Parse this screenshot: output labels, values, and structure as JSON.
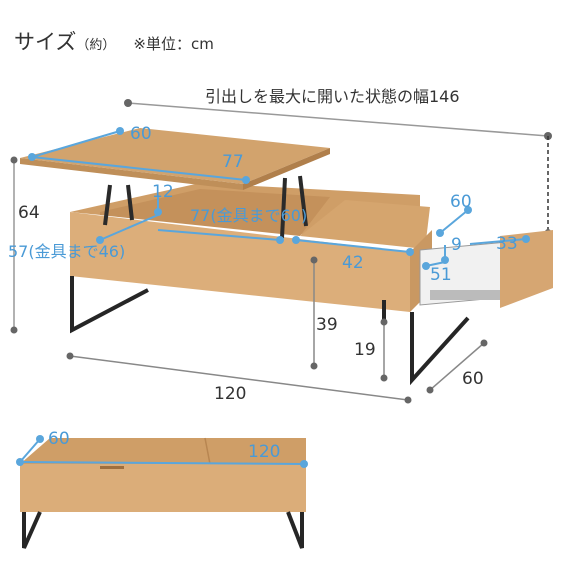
{
  "header": {
    "title": "サイズ",
    "title_note": "（約）",
    "unit_note": "※単位：cm"
  },
  "colors": {
    "wood_top": "#d2a36d",
    "wood_front": "#d9aa74",
    "wood_dark": "#b98a55",
    "frame": "#262626",
    "dim_line": "#5aa6dc",
    "dim_dot": "#5aa6dc",
    "gray_line": "#777777",
    "text_blue": "#4a9ad6",
    "text_gray": "#333333"
  },
  "diagram_top": {
    "max_width_note": "引出しを最大に開いた状態の幅146",
    "lift_top_depth": "60",
    "lift_top_width": "77",
    "height_total": "64",
    "lift_height": "12",
    "hardware_width": "77(金具まで60)",
    "hardware_depth": "57(金具まで46)",
    "storage_width": "42",
    "drawer_depth": "60",
    "drawer_height": "9",
    "drawer_inner_width": "33",
    "drawer_inner_depth": "51",
    "under_height": "39",
    "floor_clearance": "19",
    "overall_width": "120",
    "overall_depth": "60"
  },
  "diagram_bottom": {
    "depth": "60",
    "width": "120"
  }
}
